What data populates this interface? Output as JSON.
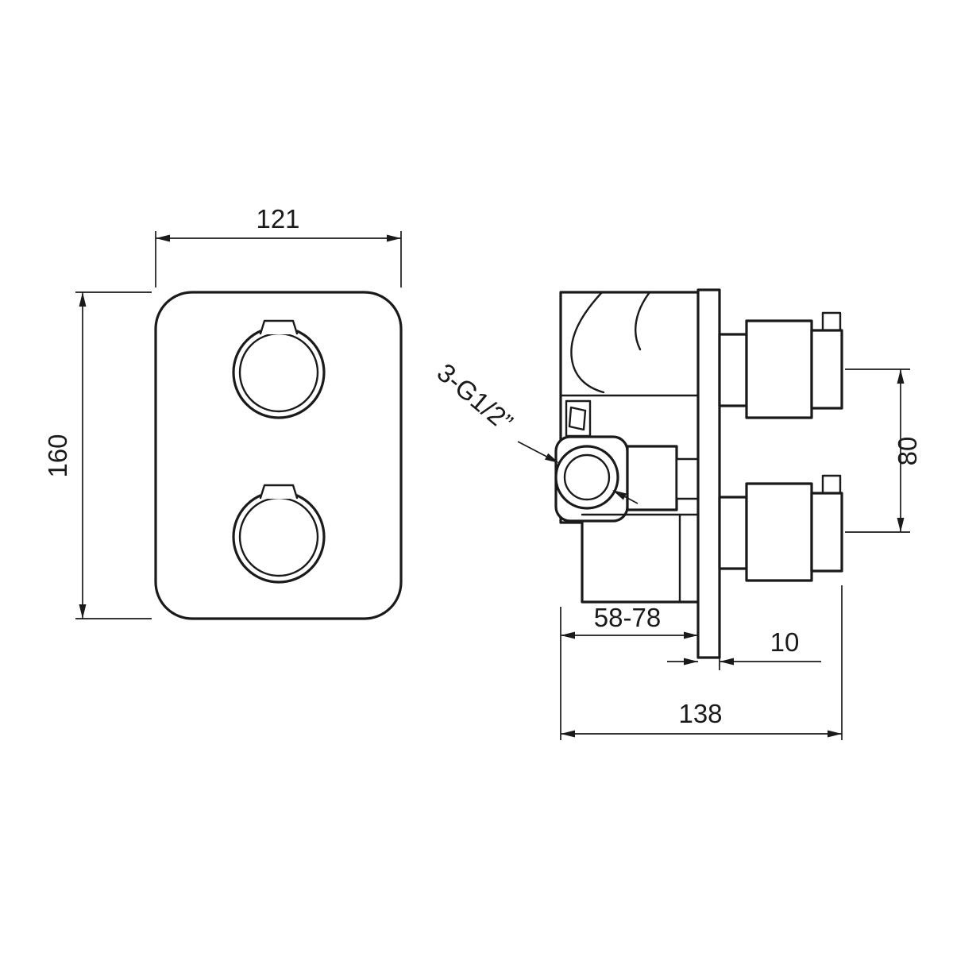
{
  "drawing": {
    "ink_color": "#1a1a1a",
    "front_view": {
      "width_dim": "121",
      "height_dim": "160"
    },
    "side_view": {
      "thread_label": "3-G1/2”",
      "port_spacing_dim": "80",
      "depth_range_dim": "58-78",
      "plate_thickness_dim": "10",
      "total_depth_dim": "138"
    }
  }
}
